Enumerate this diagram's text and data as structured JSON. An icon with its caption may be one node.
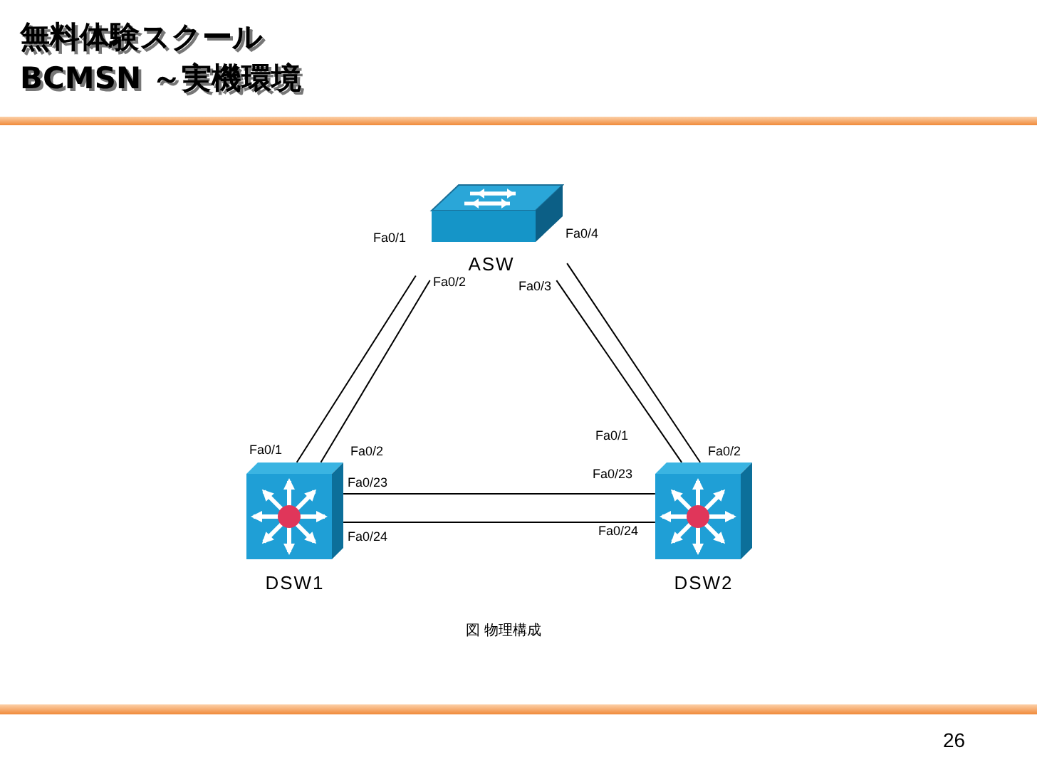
{
  "diagram": {
    "title": "無料体験スクール BCMSN ～実機環境",
    "caption": "図 物理構成",
    "nodes": [
      {
        "text": [
          "ASW"
        ]
      },
      {
        "text": [
          "DSW1"
        ]
      },
      {
        "text": [
          "DSW2"
        ]
      }
    ],
    "edges": [
      {
        "from": 0,
        "to": 1,
        "arrow": "none"
      },
      {
        "from": 0,
        "to": 1,
        "arrow": "none"
      },
      {
        "from": 0,
        "to": 2,
        "arrow": "none"
      },
      {
        "from": 0,
        "to": 2,
        "arrow": "none"
      },
      {
        "from": 1,
        "to": 2,
        "arrow": "none"
      },
      {
        "from": 1,
        "to": 2,
        "arrow": "none"
      }
    ],
    "labels": [
      "Fa0/1",
      "Fa0/4",
      "Fa0/2",
      "Fa0/3",
      "Fa0/1",
      "Fa0/1",
      "Fa0/2",
      "Fa0/2",
      "Fa0/23",
      "Fa0/23",
      "Fa0/24",
      "Fa0/24",
      "26"
    ]
  }
}
